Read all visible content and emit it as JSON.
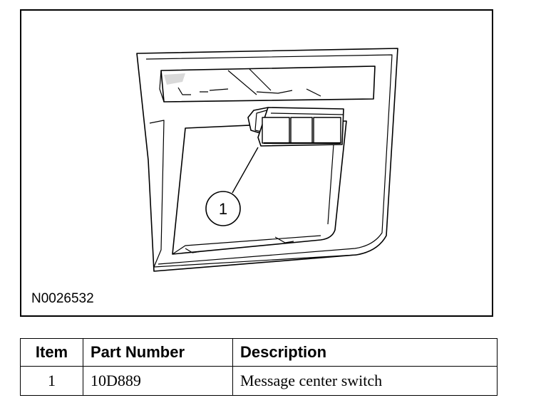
{
  "figure": {
    "id_label": "N0026532",
    "callout": "1"
  },
  "parts_table": {
    "headers": [
      "Item",
      "Part Number",
      "Description"
    ],
    "rows": [
      {
        "item": "1",
        "part_number": "10D889",
        "description": "Message center switch"
      }
    ]
  }
}
